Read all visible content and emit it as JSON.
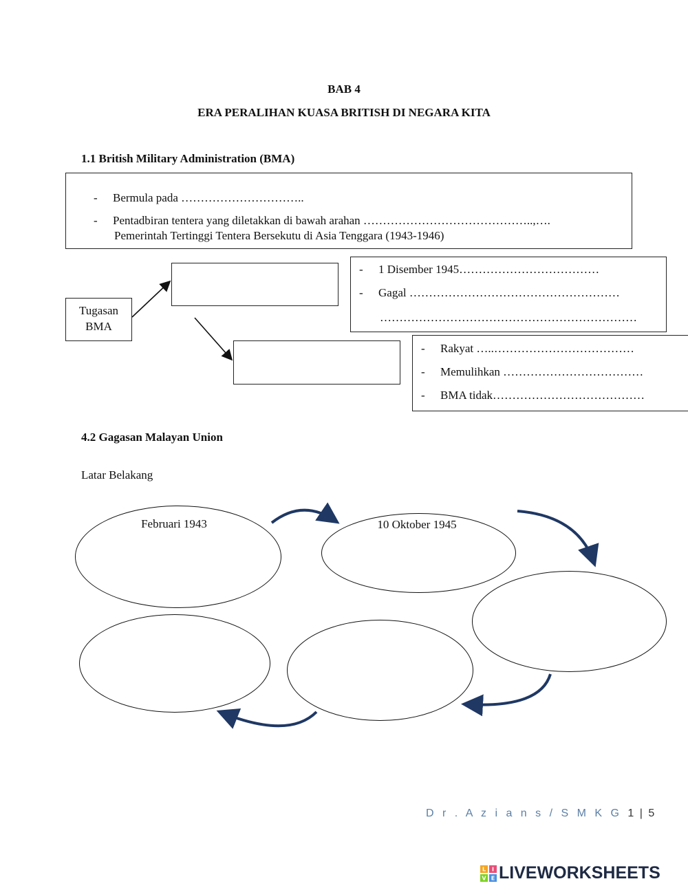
{
  "chapter": "BAB 4",
  "chapter_title": "ERA PERALIHAN KUASA BRITISH DI NEGARA KITA",
  "section1": {
    "heading": "1.1 British Military Administration (BMA)",
    "bullets": [
      "Bermula pada …………………………..",
      "Pentadbiran tentera yang diletakkan di bawah arahan ……………………………………..,…."
    ],
    "bullet2_cont": "Pemerintah Tertinggi Tentera Bersekutu di Asia Tenggara (1943-1946)",
    "tugasan_line1": "Tugasan",
    "tugasan_line2": "BMA",
    "upper_right": {
      "line1": "1 Disember 1945………………………………",
      "line2": "Gagal ………………………………………………",
      "line3": "…………………………………………………………"
    },
    "lower_right": {
      "line1": "Rakyat …..………………………………",
      "line2": "Memulihkan ………………………………",
      "line3": "BMA tidak…………………………………"
    }
  },
  "section2": {
    "heading": "4.2 Gagasan Malayan Union",
    "subheading": "Latar Belakang",
    "ellipse1_label": "Februari 1943",
    "ellipse2_label": "10 Oktober 1945"
  },
  "footer": {
    "author": "D r . A z i a n s / S M K G",
    "page": "1 | 5"
  },
  "brand": {
    "logo_text": "LIVE",
    "name": "LIVEWORKSHEETS",
    "accent": "#2a3f73"
  }
}
